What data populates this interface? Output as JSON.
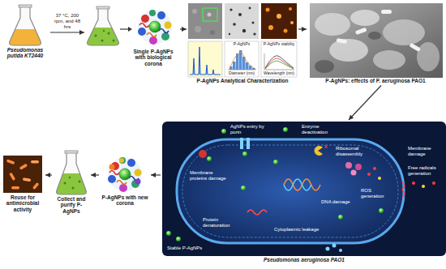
{
  "diagram": {
    "nodes": [
      {
        "text": [
          "Pseudomonas putida KT2440"
        ]
      },
      {
        "text": [
          "Single P-AgNPs with biological corona"
        ]
      },
      {
        "text": [
          "P-AgNPs Analytical Characterization"
        ]
      },
      {
        "text": [
          "P-AgNPs: effects of P. aeruginosa PAO1"
        ]
      },
      {
        "text": [
          "Pseudomonas aeruginosa PAO1"
        ]
      },
      {
        "text": [
          "P-AgNPs with new corona"
        ]
      },
      {
        "text": [
          "Collect and purify P-AgNPs"
        ]
      },
      {
        "text": [
          "Reuse for antimicrobial activity"
        ]
      }
    ],
    "edges": [
      {
        "from": 0,
        "to": 1,
        "label": "37 °C, 200 rpm, and 48 hrs",
        "arrow": "to"
      },
      {
        "from": 1,
        "to": 2,
        "arrow": "to"
      },
      {
        "from": 2,
        "to": 3,
        "arrow": "to"
      },
      {
        "from": 3,
        "to": 4,
        "arrow": "to"
      },
      {
        "from": 4,
        "to": 5,
        "arrow": "to"
      },
      {
        "from": 5,
        "to": 6,
        "arrow": "to"
      },
      {
        "from": 6,
        "to": 7,
        "arrow": "to"
      }
    ],
    "labels": [
      "P-AgNPs",
      "Diameter (nm)",
      "P-AgNPs stability",
      "Wavelength (nm)",
      "AgNPs entry by porin",
      "Enzyme deactivation",
      "Ribosomal disassembly",
      "Membrane damage",
      "Free radicals generation",
      "Membrane proteins damage",
      "Stable P-AgNPs",
      "ROS generation",
      "DNA damage",
      "Protein denaturation",
      "Cytoplasmic leakage"
    ]
  }
}
